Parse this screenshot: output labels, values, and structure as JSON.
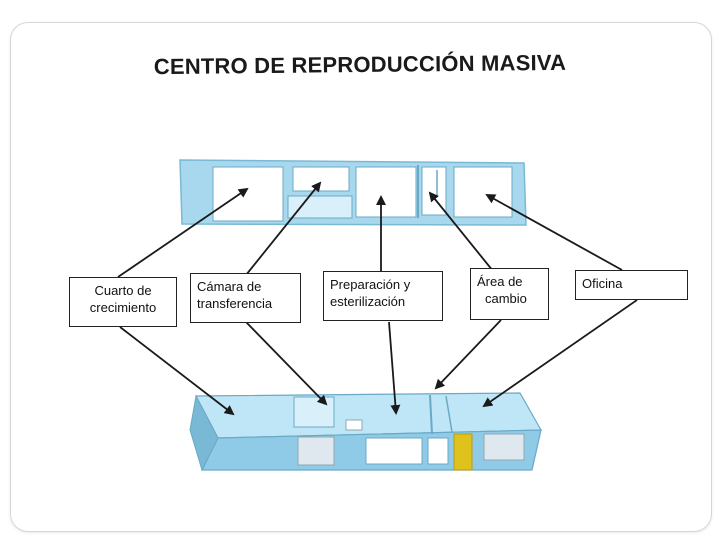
{
  "title": "CENTRO DE REPRODUCCIÓN MASIVA",
  "labels": [
    {
      "line1": "Cuarto de",
      "line2": "crecimiento"
    },
    {
      "line1": "Cámara de",
      "line2": "transferencia"
    },
    {
      "line1": "Preparación y",
      "line2": "esterilización"
    },
    {
      "line1": "Área de",
      "line2": "cambio"
    },
    {
      "line1": "Oficina",
      "line2": ""
    }
  ],
  "colors": {
    "wall": "#9ed3ea",
    "wall_dark": "#7ab9d6",
    "floor": "#c8e9f6",
    "door": "#e0c21c",
    "arrow": "#1a1a1a"
  }
}
